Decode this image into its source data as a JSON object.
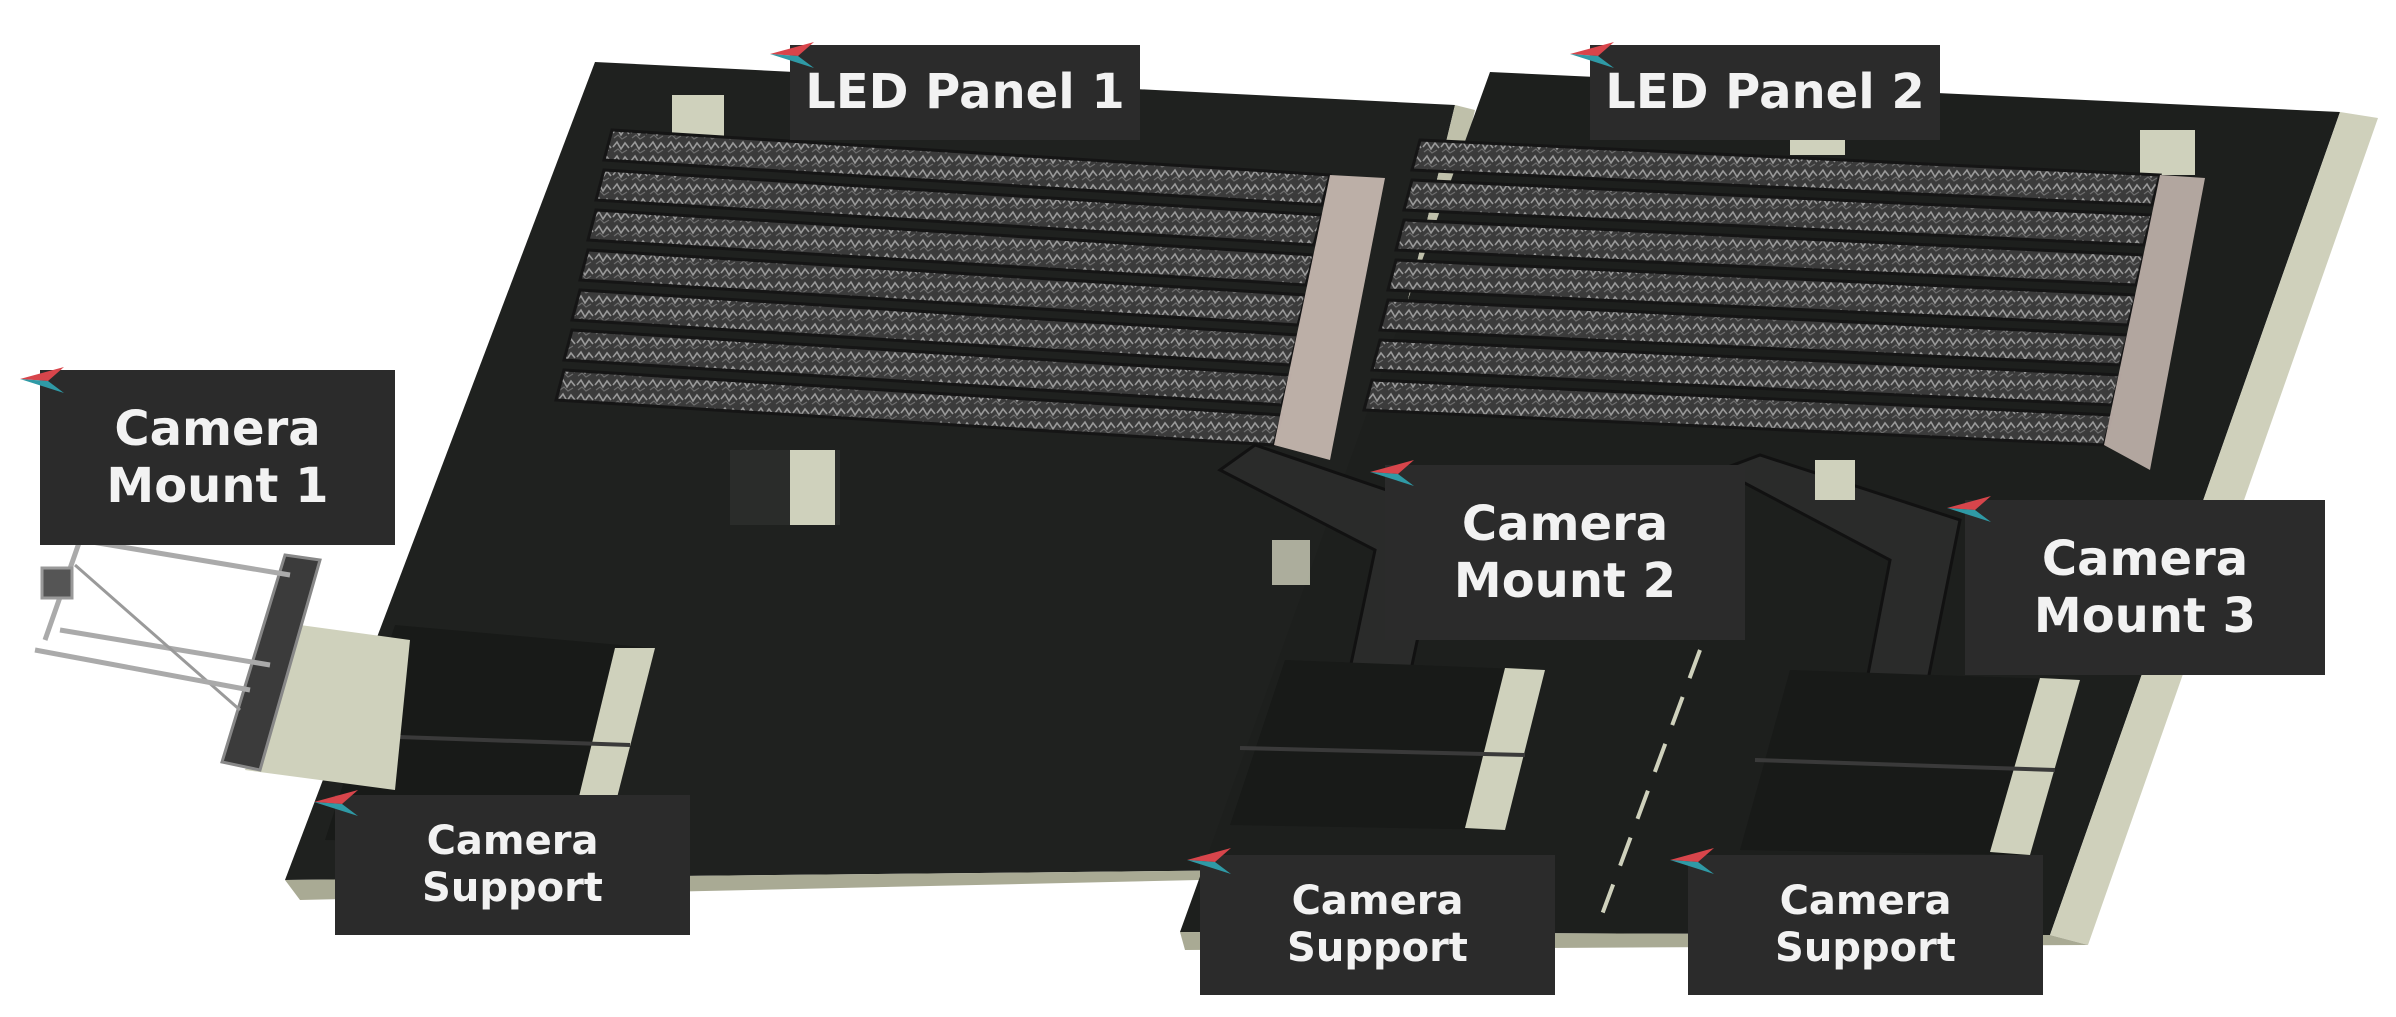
{
  "colors": {
    "base": "#1f211f",
    "base_edge": "#c9cab6",
    "block": "#cfd1bc",
    "led_row": "#3a3a3a",
    "label_bg": "#2b2b2b",
    "label_text": "#f2f2f2",
    "flag_red": "#d8454b",
    "flag_teal": "#2f9aa6"
  },
  "labels": {
    "led_panel_1": "LED Panel 1",
    "led_panel_2": "LED Panel 2",
    "camera_mount_1": [
      "Camera",
      "Mount 1"
    ],
    "camera_mount_2": [
      "Camera",
      "Mount 2"
    ],
    "camera_mount_3": [
      "Camera",
      "Mount 3"
    ],
    "camera_support_1": [
      "Camera",
      "Support"
    ],
    "camera_support_2": [
      "Camera",
      "Support"
    ],
    "camera_support_3": [
      "Camera",
      "Support"
    ]
  },
  "icons": {
    "marker": "flag-marker-icon"
  }
}
